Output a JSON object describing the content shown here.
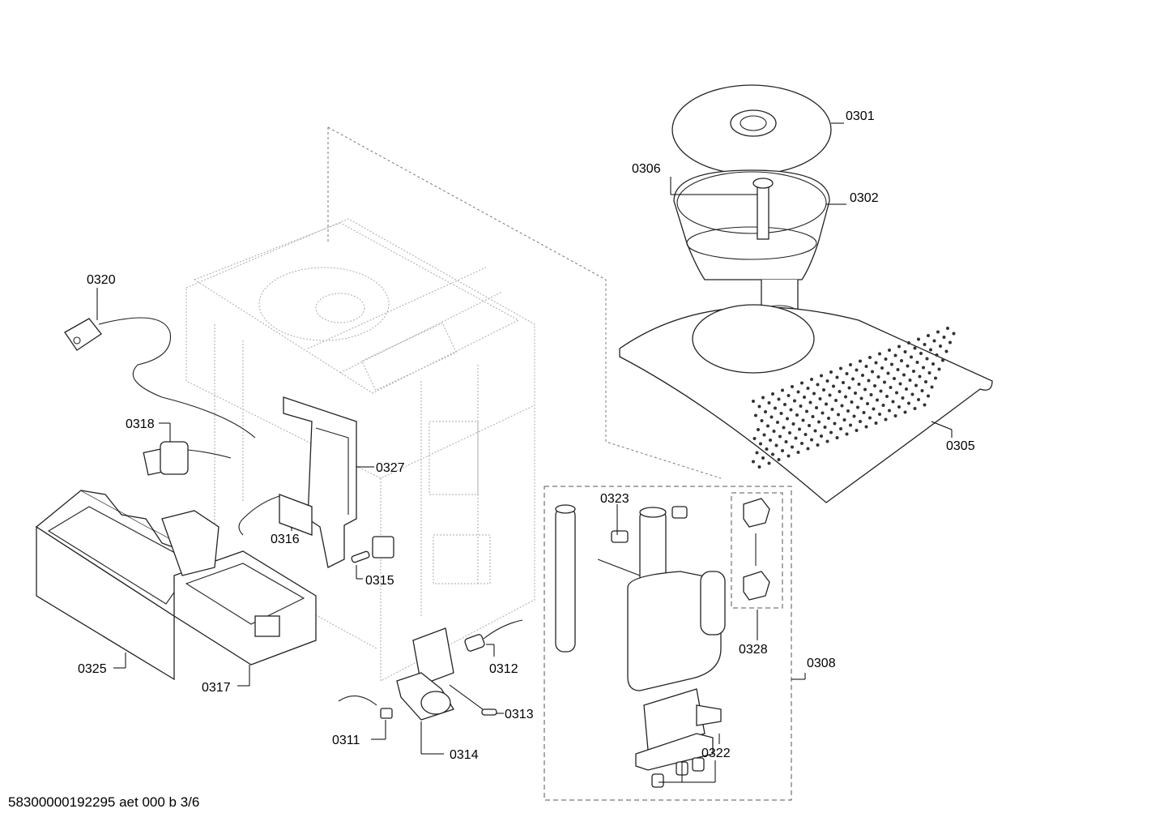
{
  "labels": {
    "p0301": "0301",
    "p0302": "0302",
    "p0305": "0305",
    "p0306": "0306",
    "p0308": "0308",
    "p0311": "0311",
    "p0312": "0312",
    "p0313": "0313",
    "p0314": "0314",
    "p0315": "0315",
    "p0316": "0316",
    "p0317": "0317",
    "p0318": "0318",
    "p0320": "0320",
    "p0322": "0322",
    "p0323": "0323",
    "p0325": "0325",
    "p0327": "0327",
    "p0328": "0328"
  },
  "footer": "58300000192295 aet 000 b 3/6"
}
